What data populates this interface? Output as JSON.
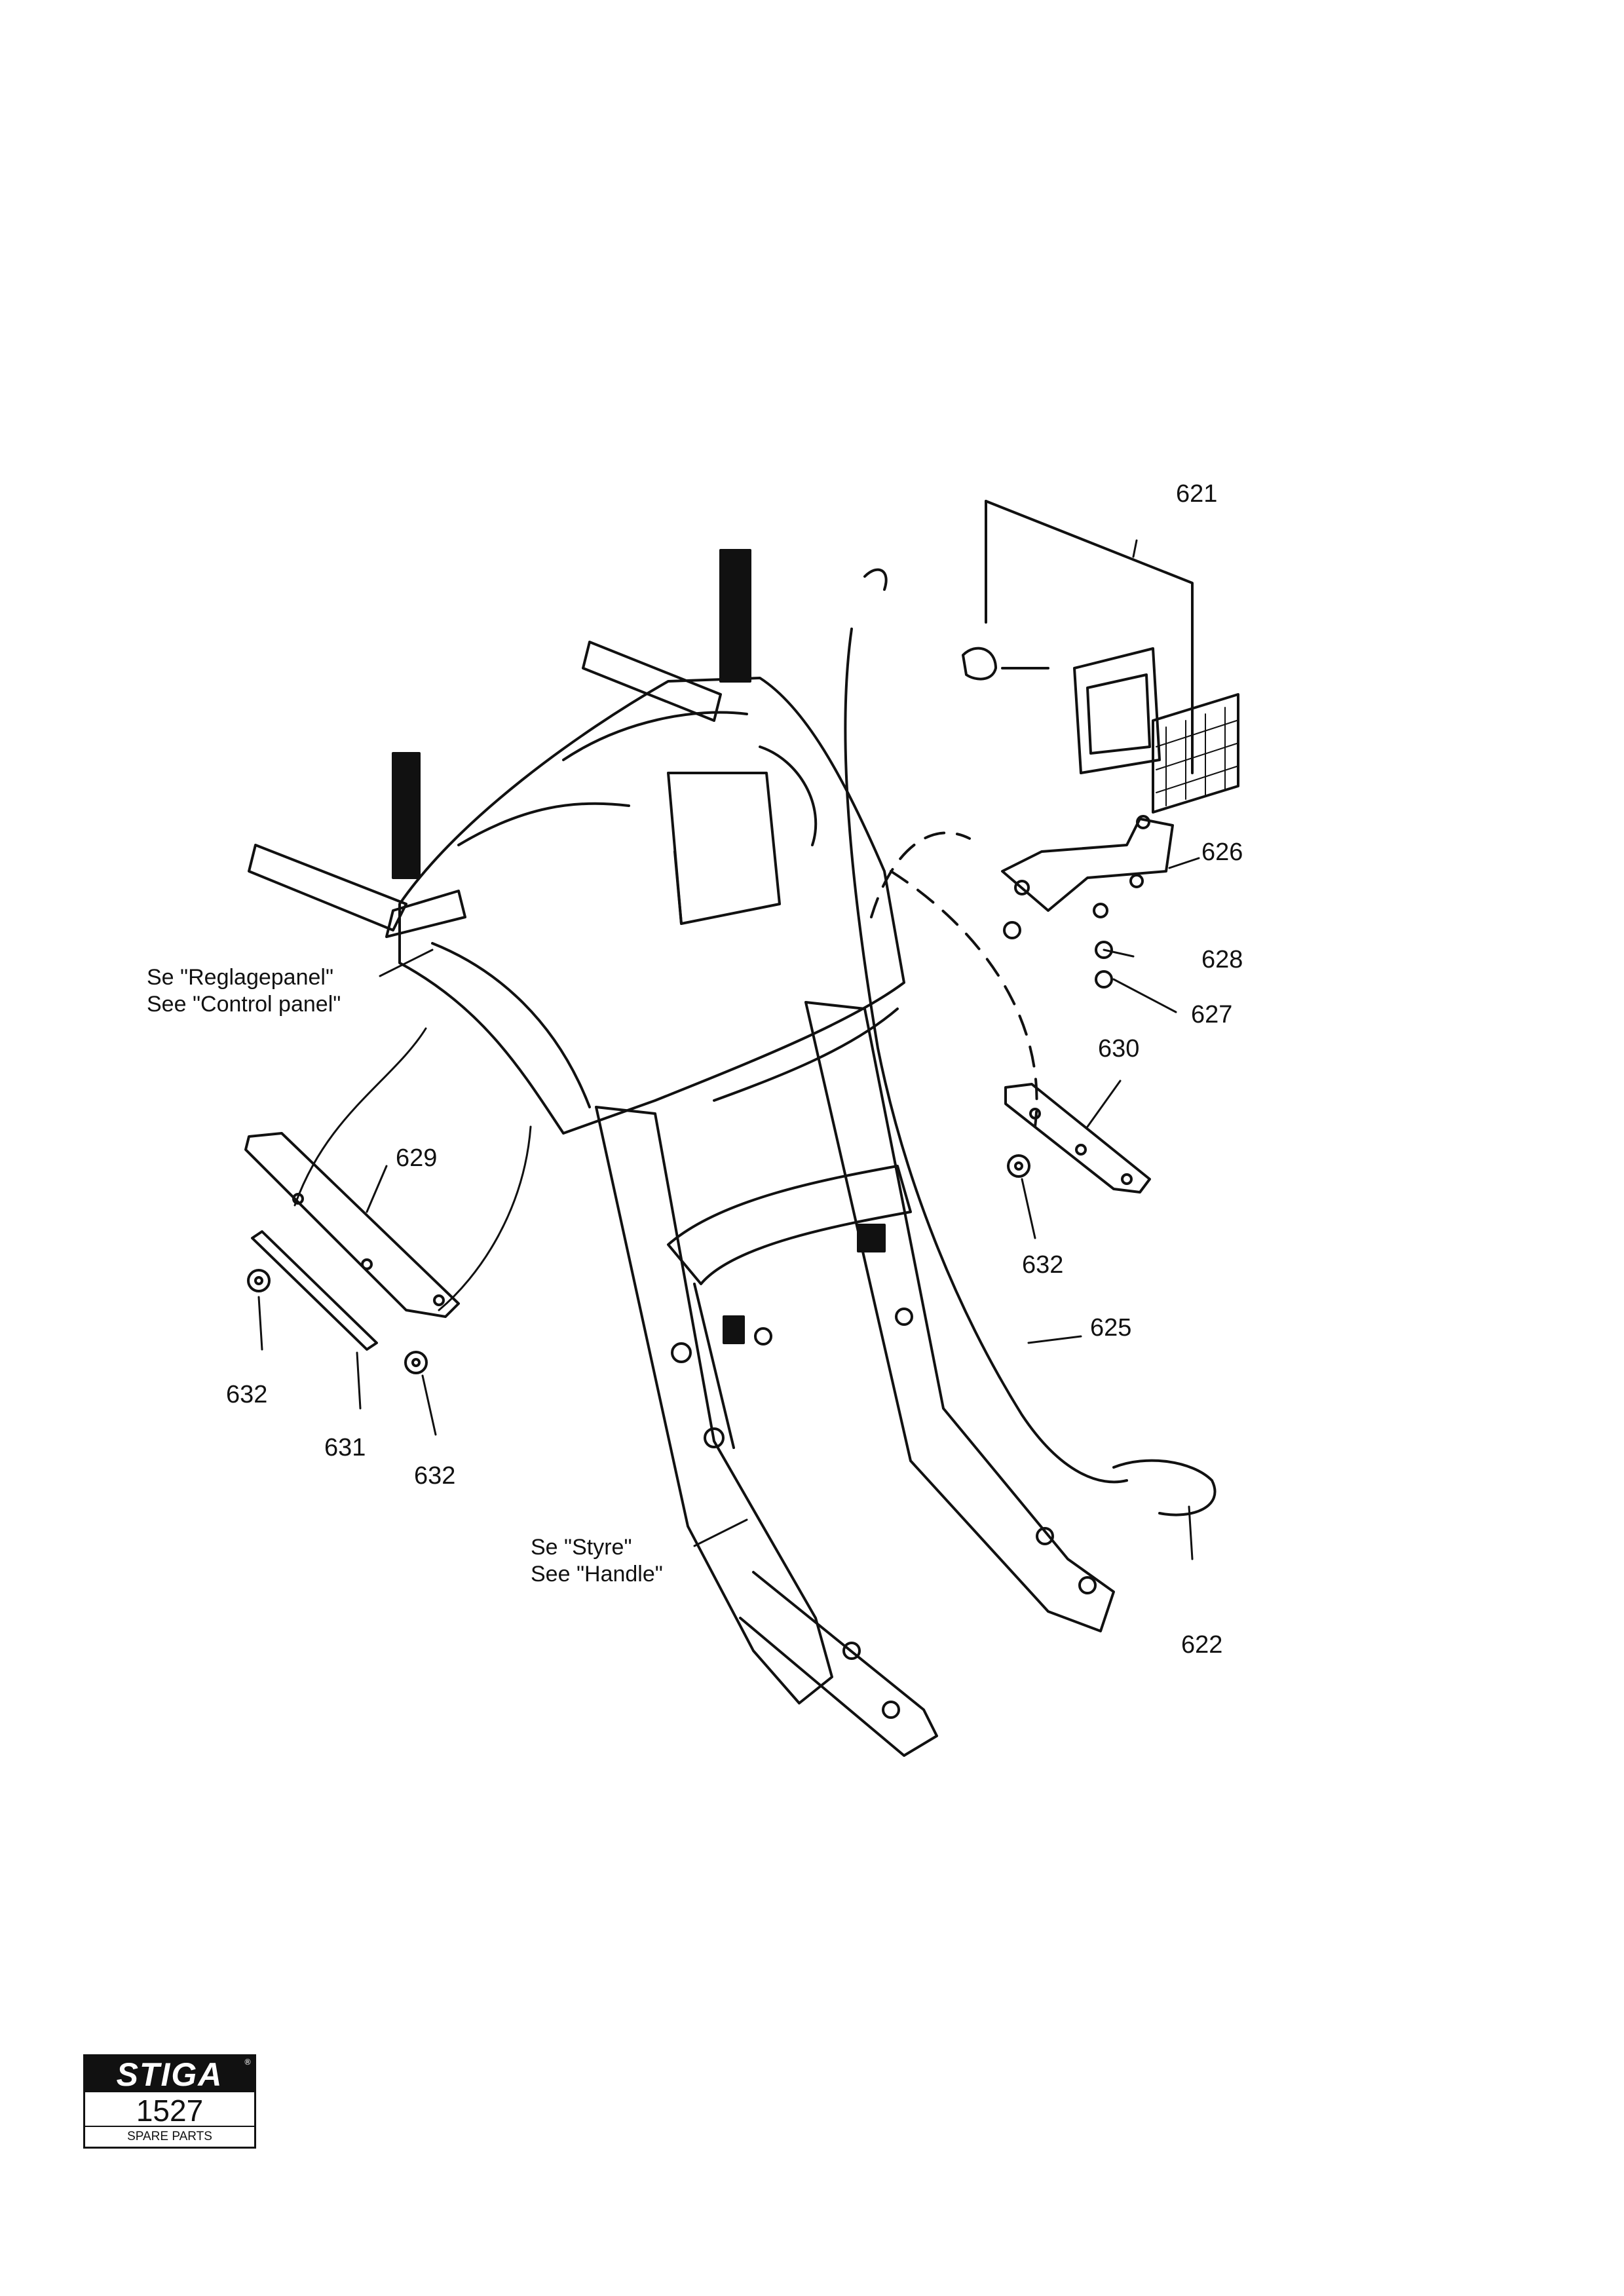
{
  "part_numbers": {
    "p621": "621",
    "p626": "626",
    "p628": "628",
    "p627": "627",
    "p630": "630",
    "p629": "629",
    "p632_right": "632",
    "p625": "625",
    "p632_left": "632",
    "p631": "631",
    "p632_bottom": "632",
    "p622": "622"
  },
  "notes": {
    "control_panel_sv": "Se \"Reglagepanel\"",
    "control_panel_en": "See \"Control panel\"",
    "handle_sv": "Se \"Styre\"",
    "handle_en": "See \"Handle\""
  },
  "logo": {
    "brand": "STIGA",
    "registered": "®",
    "number": "1527",
    "caption": "SPARE PARTS"
  },
  "colors": {
    "ink": "#111111",
    "paper": "#ffffff"
  }
}
